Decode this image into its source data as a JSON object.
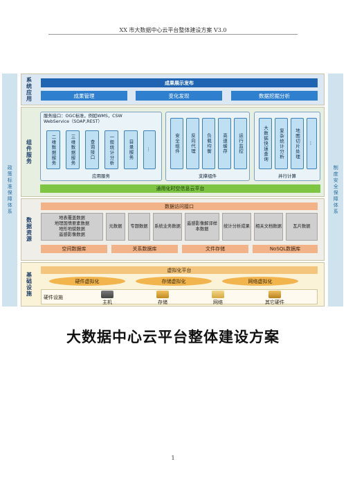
{
  "header": {
    "text": "XX 市大数据中心云平台整体建设方案 V3.0"
  },
  "diagram": {
    "left_side": "政策标准保障体系",
    "right_side": "制度安全保障体系",
    "system_layer": {
      "label": "系统应用",
      "banner": "成果展示发布",
      "buttons": [
        "成果管理",
        "变化发现",
        "数据挖掘分析"
      ]
    },
    "component_layer": {
      "label": "组件服务",
      "app_service": {
        "title_line1": "服务接口：OGC标准，例如WMS，CSW",
        "title_line2": "WebService（SOAP,REST）",
        "items": [
          "二维数据服务",
          "三维数据服务",
          "查询接口",
          "一般统计分析",
          "目录服务",
          "…"
        ],
        "footer": "应用服务"
      },
      "support": {
        "items": [
          "安全组件",
          "反向代理",
          "负载均衡",
          "高速缓存",
          "运行监控"
        ],
        "footer": "支撑组件"
      },
      "parallel": {
        "items": [
          "大数据快速查询",
          "复杂统计分析",
          "地图切片处理",
          "…"
        ],
        "footer": "并行计算"
      },
      "cloud_bar": "通用化时空信息云平台"
    },
    "data_layer": {
      "label": "数据资源",
      "access_bar": "数据访问接口",
      "group_text": "地表覆盖数据\n地理国情要素数据\n地形地貌数据\n遥感影像数据",
      "boxes": [
        "元数据",
        "专题数据",
        "系统业务数据",
        "遥感影像解译样本数据",
        "统计分析成果",
        "相关文档数据",
        "瓦片数据"
      ],
      "stores": [
        "空间数据库",
        "关系数据库",
        "文件存储",
        "NoSQL数据库"
      ]
    },
    "infra_layer": {
      "label": "基础设施",
      "virt_bar": "虚拟化平台",
      "ellipses": [
        "硬件虚拟化",
        "存储虚拟化",
        "网络虚拟化"
      ],
      "hw_label": "硬件设施",
      "hardware": [
        {
          "label": "主机",
          "icon": "server-icon"
        },
        {
          "label": "存储",
          "icon": "storage-icon"
        },
        {
          "label": "网络",
          "icon": "network-icon"
        },
        {
          "label": "其它硬件",
          "icon": "hardware-icon"
        }
      ]
    }
  },
  "title": "大数据中心云平台整体建设方案",
  "page_number": "1"
}
